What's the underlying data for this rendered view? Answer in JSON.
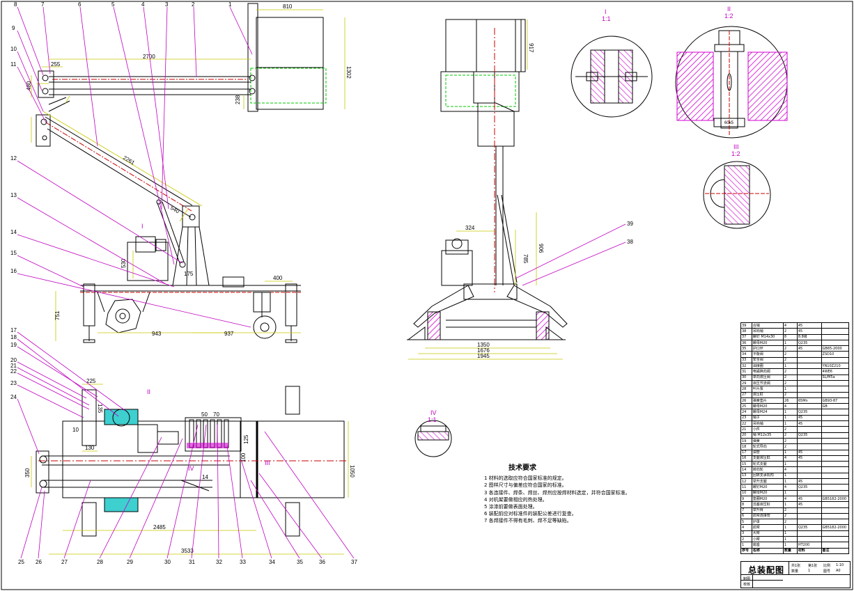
{
  "callouts_left": [
    "8",
    "7",
    "6",
    "5",
    "4",
    "3",
    "2",
    "1",
    "9",
    "10",
    "11",
    "12",
    "13",
    "14",
    "15",
    "16",
    "17",
    "18",
    "19",
    "20",
    "21",
    "22",
    "23",
    "24"
  ],
  "callouts_bottom": [
    "25",
    "26",
    "27",
    "28",
    "29",
    "30",
    "31",
    "32",
    "33",
    "34",
    "35",
    "36",
    "37"
  ],
  "callouts_side": [
    "39",
    "38"
  ],
  "dimensions": {
    "top_boom": {
      "width": "810",
      "height_right": "1302",
      "len": "2700",
      "left": "255",
      "mid": "238",
      "top_right": "917"
    },
    "boom_diag": {
      "d1": "2261",
      "d2": "540",
      "small": "175",
      "d3": "480"
    },
    "base": {
      "d1": "943",
      "d2": "937",
      "d3": "400",
      "h": "751",
      "h2": "530"
    },
    "side": {
      "w1": "324",
      "w2": "1350",
      "w3": "1676",
      "w4": "1945",
      "h1": "906",
      "h2": "785"
    },
    "plan": {
      "a": "225",
      "b": "135",
      "c": "10",
      "d": "130",
      "e": "50",
      "f": "70",
      "g": "125",
      "h": "100",
      "i": "1050",
      "j": "2485",
      "k": "3533",
      "l": "350",
      "m": "14"
    },
    "detail2": {
      "d": "60x5"
    }
  },
  "detail_labels": {
    "d1": "I",
    "d1_scale": "1:1",
    "d2": "II",
    "d2_scale": "1:2",
    "d3": "III",
    "d3_scale": "1:2",
    "d4": "IV",
    "d4_scale": "1:1"
  },
  "view_markers": {
    "I": "I",
    "II": "II",
    "III": "III",
    "IV": "IV"
  },
  "tech": {
    "title": "技术要求",
    "items": [
      "1 材料的选取应符合国家标准的规定。",
      "2 图样尺寸与偏差应符合国家的标准。",
      "3 各连接件、焊条、焊丝、焊剂应按焊材料选定，并符合国家标准。",
      "4 对机架要做相应的热处理。",
      "5 涂漆前要做表面处理。",
      "6 装配前应对标准件的装配公差进行复查。",
      "7 各焊接件不得有毛刺、焊不足等缺陷。"
    ]
  },
  "bom": {
    "rows": [
      [
        "39",
        "合销",
        "4",
        "45",
        ""
      ],
      [
        "38",
        "吊钩销",
        "2",
        "45",
        ""
      ],
      [
        "37",
        "螺钉 M14x30",
        "8",
        "8.8级",
        ""
      ],
      [
        "36",
        "螺母M20",
        "1",
        "Q235",
        ""
      ],
      [
        "35",
        "护口环",
        "2",
        "45",
        "GB65-2000"
      ],
      [
        "34",
        "平衡阀",
        "2",
        "",
        "ZSD10"
      ],
      [
        "33",
        "安全阀",
        "2",
        "",
        ""
      ],
      [
        "32",
        "油接圈",
        "1",
        "",
        "YN10Z210"
      ],
      [
        "31",
        "电磁换向阀",
        "2",
        "",
        "4WE6"
      ],
      [
        "30",
        "单向液压阀",
        "2",
        "",
        "SL/M5a"
      ],
      [
        "29",
        "液压节流阀",
        "2",
        "",
        ""
      ],
      [
        "28",
        "叶片泵",
        "1",
        "",
        ""
      ],
      [
        "27",
        "液压缸",
        "2",
        "",
        ""
      ],
      [
        "26",
        "弹簧垫片",
        "26",
        "65Mn",
        "GB93-87"
      ],
      [
        "25",
        "螺母M20",
        "4",
        "",
        "GB"
      ],
      [
        "24",
        "螺母M24",
        "1",
        "Q235",
        ""
      ],
      [
        "23",
        "销子",
        "1",
        "45",
        ""
      ],
      [
        "22",
        "吊钩销",
        "1",
        "45",
        ""
      ],
      [
        "21",
        "小件",
        "2",
        "",
        ""
      ],
      [
        "20",
        "销 M12x35",
        "2",
        "Q235",
        ""
      ],
      [
        "19",
        "弹簧",
        "2",
        "",
        ""
      ],
      [
        "18",
        "轮式导向",
        "2",
        "",
        ""
      ],
      [
        "17",
        "油管",
        "1",
        "45",
        ""
      ],
      [
        "16",
        "支腿液压缸",
        "4",
        "45",
        ""
      ],
      [
        "15",
        "轮式支腿",
        "1",
        "",
        ""
      ],
      [
        "14",
        "转向轮",
        "4",
        "",
        ""
      ],
      [
        "13",
        "回转支承机构",
        "1",
        "",
        ""
      ],
      [
        "12",
        "举升支腿",
        "1",
        "45",
        ""
      ],
      [
        "11",
        "螺钉M20",
        "4",
        "Q235",
        ""
      ],
      [
        "10",
        "螺母M20",
        "1",
        "",
        ""
      ],
      [
        "9",
        "垫圈M20",
        "4",
        "45",
        "GB5182-2000"
      ],
      [
        "8",
        "活塞液压缸",
        "1",
        "45",
        ""
      ],
      [
        "7",
        "举升臂",
        "2",
        "",
        ""
      ],
      [
        "6",
        "前臂连接管",
        "2",
        "",
        ""
      ],
      [
        "5",
        "护罩",
        "2",
        "",
        ""
      ],
      [
        "4",
        "前臂",
        "1",
        "Q235",
        "GB5182-2000"
      ],
      [
        "3",
        "大臂",
        "1",
        "",
        ""
      ],
      [
        "2",
        "小臂",
        "1",
        "",
        ""
      ],
      [
        "1",
        "底座",
        "1",
        "HT200",
        ""
      ]
    ],
    "header": [
      "序号",
      "名称",
      "数量",
      "材料",
      "备注"
    ]
  },
  "title_block": {
    "drawing_title": "总装配图",
    "sheets": "共1张",
    "sheet_no": "第1张",
    "scale_label": "比例",
    "scale": "1:10",
    "qty_label": "数量",
    "qty": "1",
    "sheet_label": "图号",
    "size": "A0",
    "designer_label": "制图",
    "checker_label": "校核"
  },
  "colors": {
    "line": "#000000",
    "dim": "#c8c800",
    "callout": "#c000c0",
    "center": "#c80000",
    "hidden": "#00c800",
    "hatch": "#d000d0"
  }
}
